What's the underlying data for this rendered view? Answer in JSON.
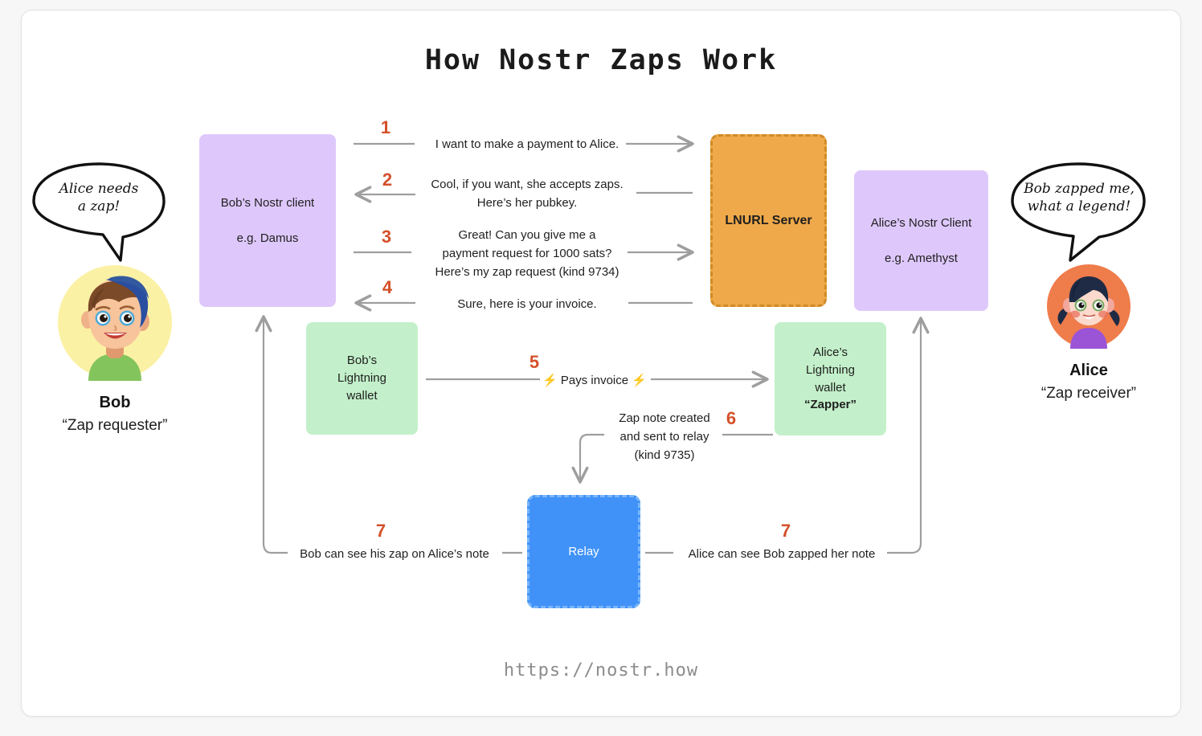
{
  "title": "How Nostr Zaps Work",
  "footer_url": "https://nostr.how",
  "colors": {
    "page_bg": "#f7f7f7",
    "card_bg": "#ffffff",
    "purple_box": "#dec8fb",
    "green_box": "#c3f0ca",
    "orange_box": "#efa94a",
    "orange_border": "#cf8b26",
    "blue_box": "#4092f8",
    "blue_border": "#7ab6fb",
    "step_number": "#d4502a",
    "arrow_gray": "#9e9e9e",
    "bob_avatar_bg": "#fbf1a4",
    "alice_avatar_bg": "#ef7c4b"
  },
  "actors": {
    "bob": {
      "bubble_line1": "Alice needs",
      "bubble_line2": "a zap!",
      "name": "Bob",
      "role": "“Zap requester”",
      "avatar": "bob-avatar-boy-blue-cap"
    },
    "alice": {
      "bubble_line1": "Bob zapped me,",
      "bubble_line2": "what a legend!",
      "name": "Alice",
      "role": "“Zap receiver”",
      "avatar": "alice-avatar-girl-pigtails"
    }
  },
  "boxes": {
    "bob_client": {
      "line1": "Bob’s Nostr client",
      "line2": "e.g. Damus"
    },
    "lnurl_server": {
      "line1": "LNURL Server"
    },
    "alice_client": {
      "line1": "Alice’s Nostr Client",
      "line2": "e.g. Amethyst"
    },
    "bob_wallet": {
      "line1": "Bob’s",
      "line2": "Lightning",
      "line3": "wallet"
    },
    "alice_wallet": {
      "line1": "Alice’s",
      "line2": "Lightning",
      "line3": "wallet",
      "line4": "“Zapper”"
    },
    "relay": {
      "line1": "Relay"
    }
  },
  "steps": [
    {
      "number": "1",
      "direction": "right",
      "lines": [
        "I want to make a payment to Alice."
      ]
    },
    {
      "number": "2",
      "direction": "left",
      "lines": [
        "Cool, if you want, she accepts zaps.",
        "Here’s her pubkey."
      ]
    },
    {
      "number": "3",
      "direction": "right",
      "lines": [
        "Great! Can you give me a",
        "payment request for 1000 sats?",
        "Here’s my zap request (kind 9734)"
      ]
    },
    {
      "number": "4",
      "direction": "left",
      "lines": [
        "Sure, here is your invoice."
      ]
    },
    {
      "number": "5",
      "direction": "right",
      "lines": [
        "⚡ Pays invoice ⚡"
      ]
    },
    {
      "number": "6",
      "direction": "down",
      "lines": [
        "Zap note created",
        "and sent to relay",
        "(kind 9735)"
      ]
    },
    {
      "number": "7",
      "direction": "left-up",
      "lines": [
        "Bob can see his zap on Alice’s note"
      ]
    },
    {
      "number": "7",
      "direction": "right-up",
      "lines": [
        "Alice can see Bob zapped her note"
      ]
    }
  ]
}
